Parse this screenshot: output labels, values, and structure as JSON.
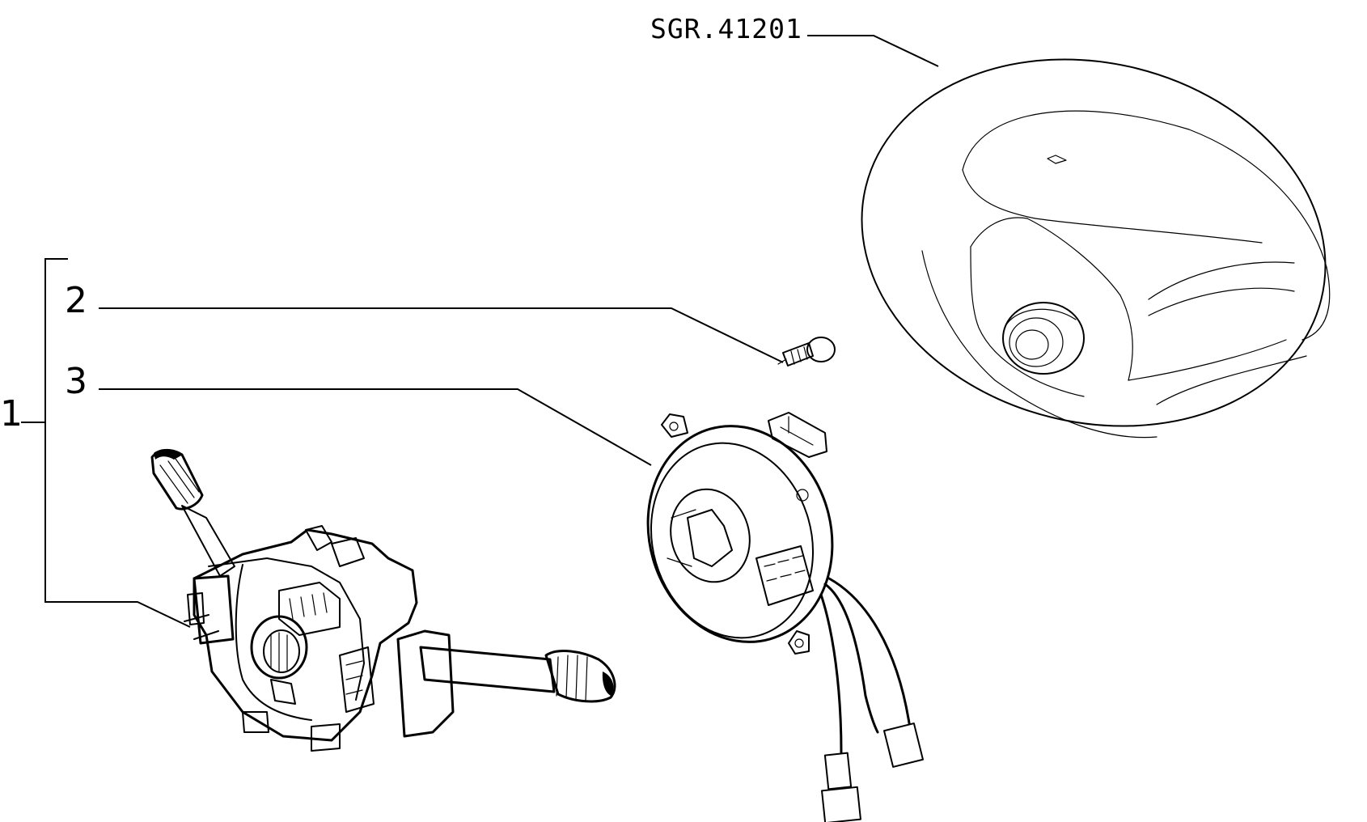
{
  "reference_code": "SGR.41201",
  "callouts": [
    {
      "id": "1",
      "label": "1"
    },
    {
      "id": "2",
      "label": "2"
    },
    {
      "id": "3",
      "label": "3"
    }
  ],
  "colors": {
    "ink": "#000000",
    "paper": "#ffffff"
  }
}
